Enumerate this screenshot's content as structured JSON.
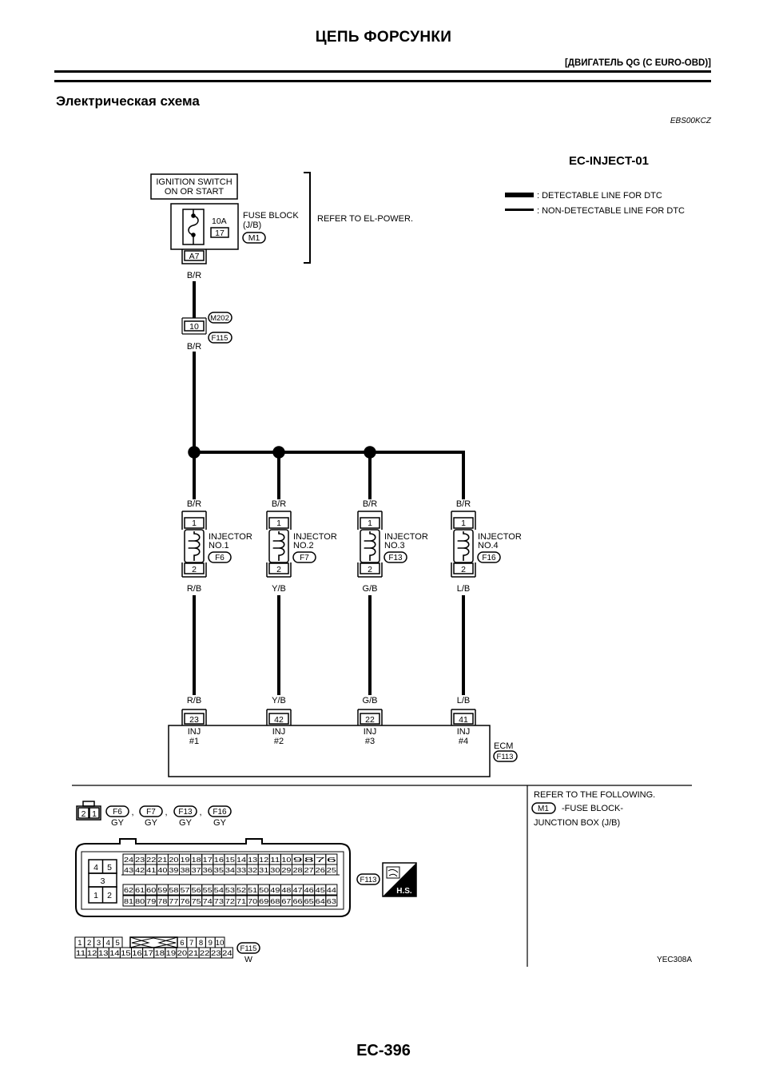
{
  "header": {
    "title": "ЦЕПЬ ФОРСУНКИ",
    "subtitle": "[ДВИГАТЕЛЬ QG (С EURO-OBD)]",
    "section_title": "Электрическая схема",
    "section_code": "EBS00KCZ"
  },
  "diagram": {
    "id": "EC-INJECT-01",
    "legend": {
      "detectable": ": DETECTABLE LINE FOR DTC",
      "non_detectable": ": NON-DETECTABLE LINE FOR DTC"
    },
    "ignition": {
      "line1": "IGNITION SWITCH",
      "line2": "ON OR START"
    },
    "fuse": {
      "rating": "10A",
      "number": "17",
      "label1": "FUSE BLOCK",
      "label2": "(J/B)",
      "connector": "M1",
      "terminal": "A7",
      "refer": "REFER TO EL-POWER."
    },
    "main_wire": {
      "color_top": "B/R",
      "joint_terminal": "10",
      "joint_connector_a": "M202",
      "joint_connector_b": "F115",
      "color_bottom": "B/R"
    },
    "injectors": [
      {
        "name": "INJECTOR",
        "no": "NO.1",
        "connector": "F6",
        "pin_top": "1",
        "pin_bottom": "2",
        "wire_in": "B/R",
        "wire_out": "R/B",
        "ecm_wire": "R/B",
        "ecm_pin": "23",
        "ecm_label": "INJ",
        "ecm_sub": "#1"
      },
      {
        "name": "INJECTOR",
        "no": "NO.2",
        "connector": "F7",
        "pin_top": "1",
        "pin_bottom": "2",
        "wire_in": "B/R",
        "wire_out": "Y/B",
        "ecm_wire": "Y/B",
        "ecm_pin": "42",
        "ecm_label": "INJ",
        "ecm_sub": "#2"
      },
      {
        "name": "INJECTOR",
        "no": "NO.3",
        "connector": "F13",
        "pin_top": "1",
        "pin_bottom": "2",
        "wire_in": "B/R",
        "wire_out": "G/B",
        "ecm_wire": "G/B",
        "ecm_pin": "22",
        "ecm_label": "INJ",
        "ecm_sub": "#3"
      },
      {
        "name": "INJECTOR",
        "no": "NO.4",
        "connector": "F16",
        "pin_top": "1",
        "pin_bottom": "2",
        "wire_in": "B/R",
        "wire_out": "L/B",
        "ecm_wire": "L/B",
        "ecm_pin": "41",
        "ecm_label": "INJ",
        "ecm_sub": "#4"
      }
    ],
    "ecm": {
      "label": "ECM",
      "connector": "F113"
    },
    "connectors": {
      "inj_pins": [
        "2",
        "1"
      ],
      "inj_list": [
        {
          "id": "F6",
          "color": "GY"
        },
        {
          "id": "F7",
          "color": "GY"
        },
        {
          "id": "F13",
          "color": "GY"
        },
        {
          "id": "F16",
          "color": "GY"
        }
      ],
      "ecm_small_pins": [
        "4",
        "5",
        "3",
        "1",
        "2"
      ],
      "ecm_row1": [
        "24",
        "23",
        "22",
        "21",
        "20",
        "19",
        "18",
        "17",
        "16",
        "15",
        "14",
        "13",
        "12",
        "11",
        "10",
        "9",
        "8",
        "7",
        "6"
      ],
      "ecm_row2": [
        "43",
        "42",
        "41",
        "40",
        "39",
        "38",
        "37",
        "36",
        "35",
        "34",
        "33",
        "32",
        "31",
        "30",
        "29",
        "28",
        "27",
        "26",
        "25"
      ],
      "ecm_row3": [
        "62",
        "61",
        "60",
        "59",
        "58",
        "57",
        "56",
        "55",
        "54",
        "53",
        "52",
        "51",
        "50",
        "49",
        "48",
        "47",
        "46",
        "45",
        "44"
      ],
      "ecm_row4": [
        "81",
        "80",
        "79",
        "78",
        "77",
        "76",
        "75",
        "74",
        "73",
        "72",
        "71",
        "70",
        "69",
        "68",
        "67",
        "66",
        "65",
        "64",
        "63"
      ],
      "ecm_connector": "F113",
      "hs_label": "H.S.",
      "f115_row1_left": [
        "1",
        "2",
        "3",
        "4",
        "5"
      ],
      "f115_row1_right": [
        "6",
        "7",
        "8",
        "9",
        "10"
      ],
      "f115_row2": [
        "11",
        "12",
        "13",
        "14",
        "15",
        "16",
        "17",
        "18",
        "19",
        "20",
        "21",
        "22",
        "23",
        "24"
      ],
      "f115_id": "F115",
      "f115_color": "W",
      "refer": {
        "line1": "REFER TO THE FOLLOWING.",
        "connector": "M1",
        "line2": "-FUSE BLOCK-",
        "line3": "JUNCTION BOX (J/B)"
      },
      "figure_code": "YEC308A"
    }
  },
  "footer": {
    "page": "EC-396"
  }
}
